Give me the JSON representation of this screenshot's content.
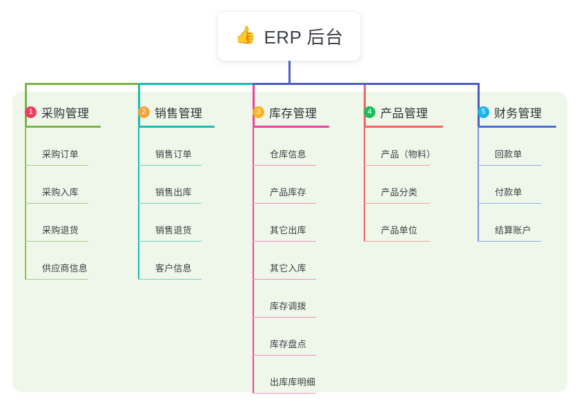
{
  "root": {
    "icon": "thumbs-up-icon",
    "emoji": "👍",
    "title": "ERP 后台"
  },
  "theme": {
    "panel_bg": "#eef7e9",
    "page_bg": "#ffffff",
    "card_bg": "#ffffff",
    "text": "#3c4045",
    "bus_purple": "#4a5bc8"
  },
  "branches": [
    {
      "index": "1",
      "title": "采购管理",
      "badge_color": "#ee3f61",
      "rule_color": "#7cb342",
      "item_rule_color": "#a8cf88",
      "spine_color": "#8cc152",
      "connector_color": "#7cb342",
      "items": [
        {
          "label": "采购订单"
        },
        {
          "label": "采购入库"
        },
        {
          "label": "采购退货"
        },
        {
          "label": "供应商信息"
        }
      ]
    },
    {
      "index": "2",
      "title": "销售管理",
      "badge_color": "#f5a33c",
      "rule_color": "#19bcaf",
      "item_rule_color": "#6fd0c6",
      "spine_color": "#19bcaf",
      "connector_color": "#19bcaf",
      "items": [
        {
          "label": "销售订单"
        },
        {
          "label": "销售出库"
        },
        {
          "label": "销售退货"
        },
        {
          "label": "客户信息"
        }
      ]
    },
    {
      "index": "3",
      "title": "库存管理",
      "badge_color": "#f5b425",
      "rule_color": "#ed3f9e",
      "item_rule_color": "#f08cc0",
      "spine_color": "#ed3f9e",
      "connector_color": "#ed3f9e",
      "items": [
        {
          "label": "仓库信息"
        },
        {
          "label": "产品库存"
        },
        {
          "label": "其它出库"
        },
        {
          "label": "其它入库"
        },
        {
          "label": "库存调拨"
        },
        {
          "label": "库存盘点"
        },
        {
          "label": "出库库明细"
        }
      ]
    },
    {
      "index": "4",
      "title": "产品管理",
      "badge_color": "#1bbd5a",
      "rule_color": "#f0625a",
      "item_rule_color": "#f5a39c",
      "spine_color": "#f0625a",
      "connector_color": "#f0625a",
      "items": [
        {
          "label": "产品（物料）"
        },
        {
          "label": "产品分类"
        },
        {
          "label": "产品单位"
        }
      ]
    },
    {
      "index": "5",
      "title": "财务管理",
      "badge_color": "#17b4e8",
      "rule_color": "#4a6fd4",
      "item_rule_color": "#93aee4",
      "spine_color": "#7b94dd",
      "connector_color": "#4a5bc8",
      "items": [
        {
          "label": "回款单"
        },
        {
          "label": "付款单"
        },
        {
          "label": "结算账户"
        }
      ]
    }
  ]
}
